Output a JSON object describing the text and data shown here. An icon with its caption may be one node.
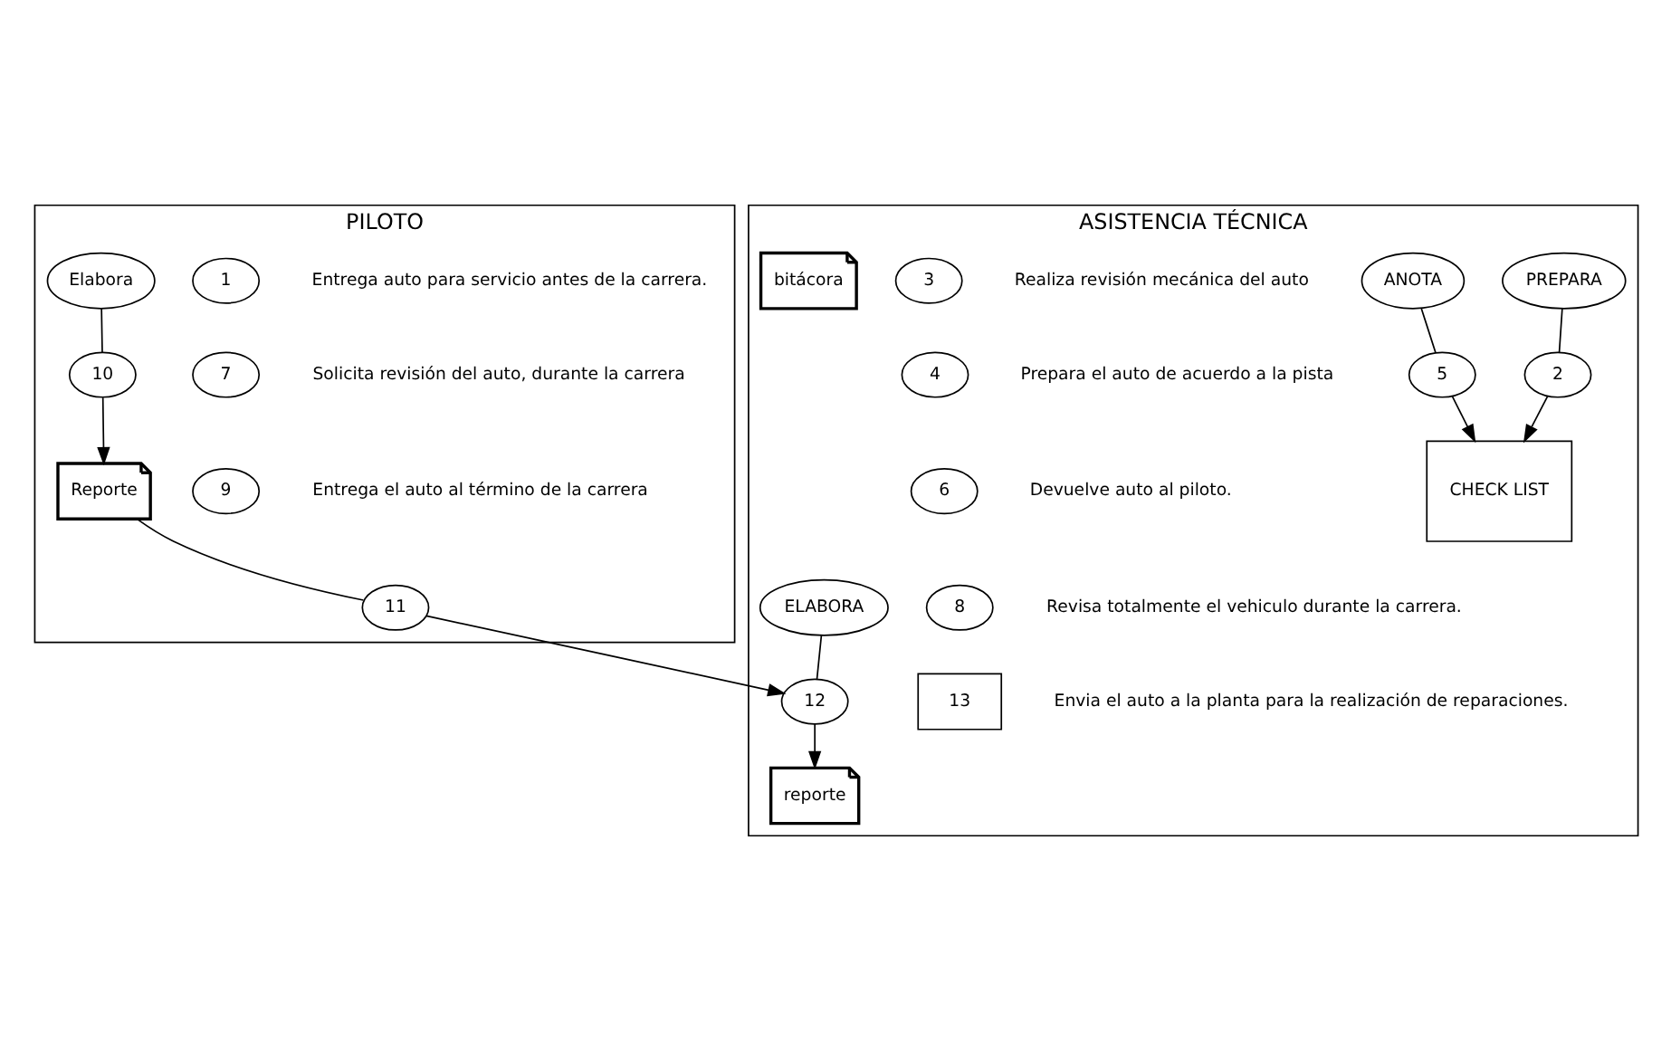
{
  "diagram": {
    "nodes": [
      {
        "text": [
          "PILOTO"
        ]
      },
      {
        "text": [
          "1"
        ],
        "in": 0,
        "beside": [
          "Entrega auto para servicio antes de la carrera."
        ]
      },
      {
        "text": [
          "7"
        ],
        "in": 0,
        "beside": [
          "Solicita revisión del auto, durante la carrera"
        ]
      },
      {
        "text": [
          "9"
        ],
        "in": 0,
        "beside": [
          "Entrega el auto al término de la carrera"
        ]
      },
      {
        "text": [
          "Elabora"
        ],
        "in": 0
      },
      {
        "text": [
          "10"
        ],
        "in": 0
      },
      {
        "text": [
          "Reporte"
        ],
        "in": 0
      },
      {
        "text": [
          "11"
        ],
        "in": 0
      },
      {
        "text": [
          "ASISTENCIA TÉCNICA"
        ]
      },
      {
        "text": [
          "PREPARA"
        ],
        "in": 8
      },
      {
        "text": [
          "ANOTA"
        ],
        "in": 8
      },
      {
        "text": [
          "2"
        ],
        "in": 8
      },
      {
        "text": [
          "5"
        ],
        "in": 8
      },
      {
        "text": [
          "CHECK LIST"
        ],
        "in": 8
      },
      {
        "text": [
          "3"
        ],
        "in": 8,
        "beside": [
          "Realiza revisión mecánica del auto"
        ]
      },
      {
        "text": [
          "4"
        ],
        "in": 8,
        "beside": [
          "Prepara el auto de acuerdo a la pista"
        ]
      },
      {
        "text": [
          "6"
        ],
        "in": 8,
        "beside": [
          "Devuelve auto al piloto."
        ]
      },
      {
        "text": [
          "8"
        ],
        "in": 8,
        "beside": [
          "Revisa totalmente el vehiculo durante la carrera."
        ]
      },
      {
        "text": [
          "ELABORA"
        ],
        "in": 8
      },
      {
        "text": [
          "13"
        ],
        "in": 8,
        "beside": [
          "Envia el auto a la planta para la realización de reparaciones."
        ]
      },
      {
        "text": [
          "12"
        ],
        "in": 8
      },
      {
        "text": [
          "reporte"
        ],
        "in": 8
      },
      {
        "text": [
          "bitácora"
        ],
        "in": 8
      }
    ],
    "edges": [
      {
        "from": 4,
        "to": 5,
        "arrow": "none"
      },
      {
        "from": 5,
        "to": 6,
        "arrow": "to"
      },
      {
        "from": 6,
        "to": 7,
        "arrow": "none"
      },
      {
        "from": 7,
        "to": 20,
        "arrow": "to"
      },
      {
        "from": 9,
        "to": 11,
        "arrow": "none"
      },
      {
        "from": 11,
        "to": 13,
        "arrow": "to"
      },
      {
        "from": 10,
        "to": 12,
        "arrow": "none"
      },
      {
        "from": 12,
        "to": 13,
        "arrow": "to"
      },
      {
        "from": 18,
        "to": 20,
        "arrow": "none"
      },
      {
        "from": 20,
        "to": 21,
        "arrow": "to"
      }
    ]
  }
}
